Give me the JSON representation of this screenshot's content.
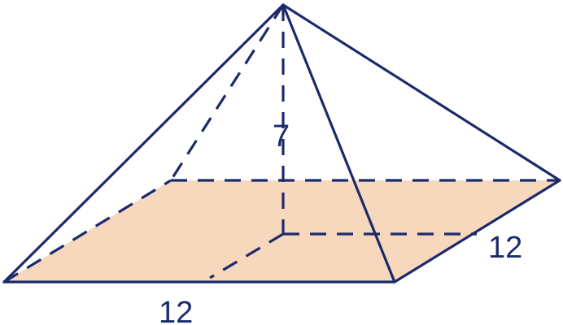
{
  "figure": {
    "base_fill": "#f8d8bc",
    "line_color": "#1b2a6b",
    "labels": {
      "height": "7",
      "base_front": "12",
      "base_side": "12"
    }
  }
}
